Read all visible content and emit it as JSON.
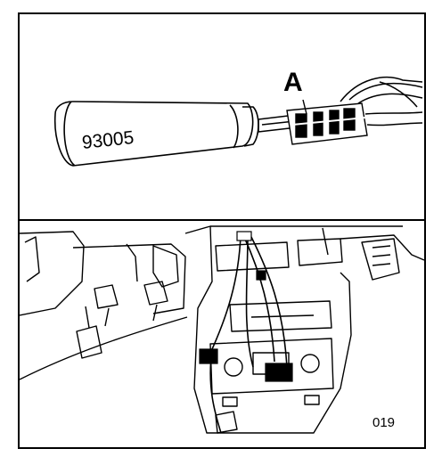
{
  "figure": {
    "callout_label": "A",
    "tool_number": "93005",
    "figure_number": "019"
  },
  "colors": {
    "ink": "#000000",
    "paper": "#ffffff"
  }
}
